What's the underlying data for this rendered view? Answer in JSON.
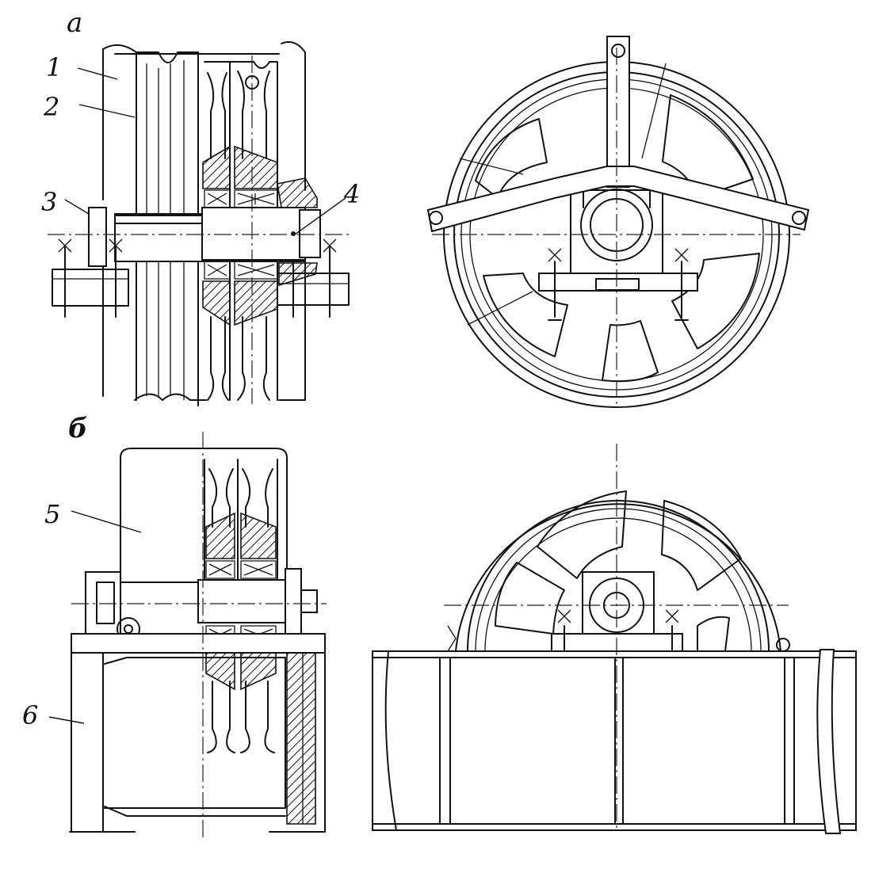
{
  "views": {
    "a": {
      "letter": "а"
    },
    "b": {
      "letter": "б"
    }
  },
  "labels": [
    "1",
    "2",
    "3",
    "4",
    "5",
    "6"
  ]
}
